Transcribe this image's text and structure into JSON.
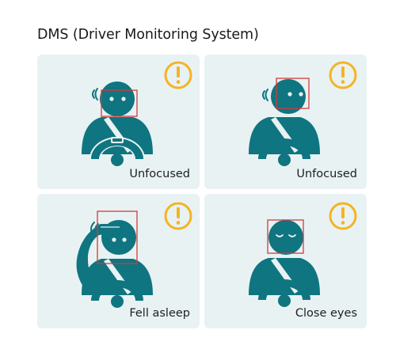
{
  "title": "DMS (Driver Monitoring System)",
  "colors": {
    "figure": "#0f7580",
    "card_bg": "#e8f2f3",
    "warning": "#f5b324",
    "detection_box": "#d63a3a"
  },
  "icons": {
    "warning": "warning-icon",
    "detection": "face-detection-box"
  },
  "cards": [
    {
      "label": "Unfocused",
      "state": "looking-away-left"
    },
    {
      "label": "Unfocused",
      "state": "looking-away-right"
    },
    {
      "label": "Fell asleep",
      "state": "head-on-hand"
    },
    {
      "label": "Close eyes",
      "state": "eyes-closed"
    }
  ]
}
